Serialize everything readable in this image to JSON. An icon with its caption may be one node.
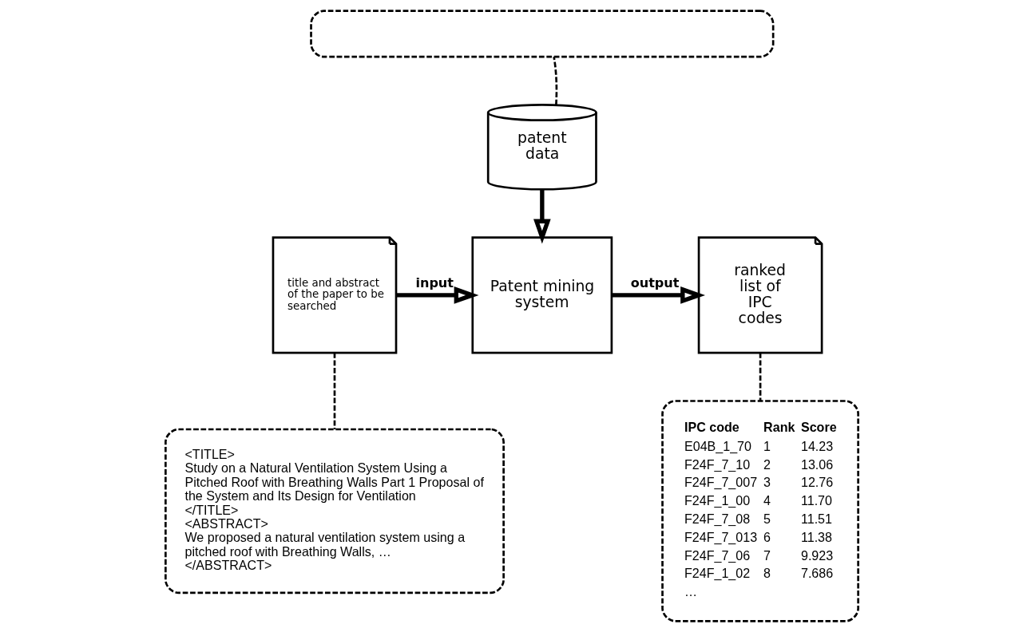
{
  "diagram": {
    "nodes": [
      {
        "text": [],
        "shape": "box"
      },
      {
        "text": [
          "patent data"
        ]
      },
      {
        "text": [
          "title and abstract of the paper to be searched"
        ]
      },
      {
        "text": [
          "Patent mining system"
        ]
      },
      {
        "text": [
          "ranked list of IPC codes"
        ]
      },
      {
        "text": [
          "<TITLE>",
          "Study on a Natural Ventilation System Using a Pitched Roof with Breathing Walls Part 1 Proposal of the System and Its Design for Ventilation",
          "</TITLE>",
          "<ABSTRACT>",
          "We proposed a natural ventilation system using a pitched roof with Breathing Walls, …",
          "</ABSTRACT>"
        ]
      },
      {
        "text": [
          "IPC code",
          "Rank",
          "Score",
          "E04B_1_70",
          "1",
          "14.23",
          "F24F_7_10",
          "2",
          "13.06",
          "F24F_7_007",
          "3",
          "12.76",
          "F24F_1_00",
          "4",
          "11.70",
          "F24F_7_08",
          "5",
          "11.51",
          "F24F_7_013",
          "6",
          "11.38",
          "F24F_7_06",
          "7",
          "9.923",
          "F24F_1_02",
          "8",
          "7.686",
          "…"
        ]
      }
    ],
    "edges": [
      {
        "from": 1,
        "to": 0,
        "arrow": "none",
        "style": "dashed"
      },
      {
        "from": 1,
        "to": 3,
        "arrow": "to",
        "style": "thick"
      },
      {
        "from": 2,
        "to": 3,
        "arrow": "to",
        "style": "thick",
        "label": "input"
      },
      {
        "from": 3,
        "to": 4,
        "arrow": "to",
        "style": "thick",
        "label": "output"
      },
      {
        "from": 2,
        "to": 5,
        "arrow": "none",
        "style": "dashed"
      },
      {
        "from": 4,
        "to": 6,
        "arrow": "none",
        "style": "dashed"
      }
    ]
  }
}
